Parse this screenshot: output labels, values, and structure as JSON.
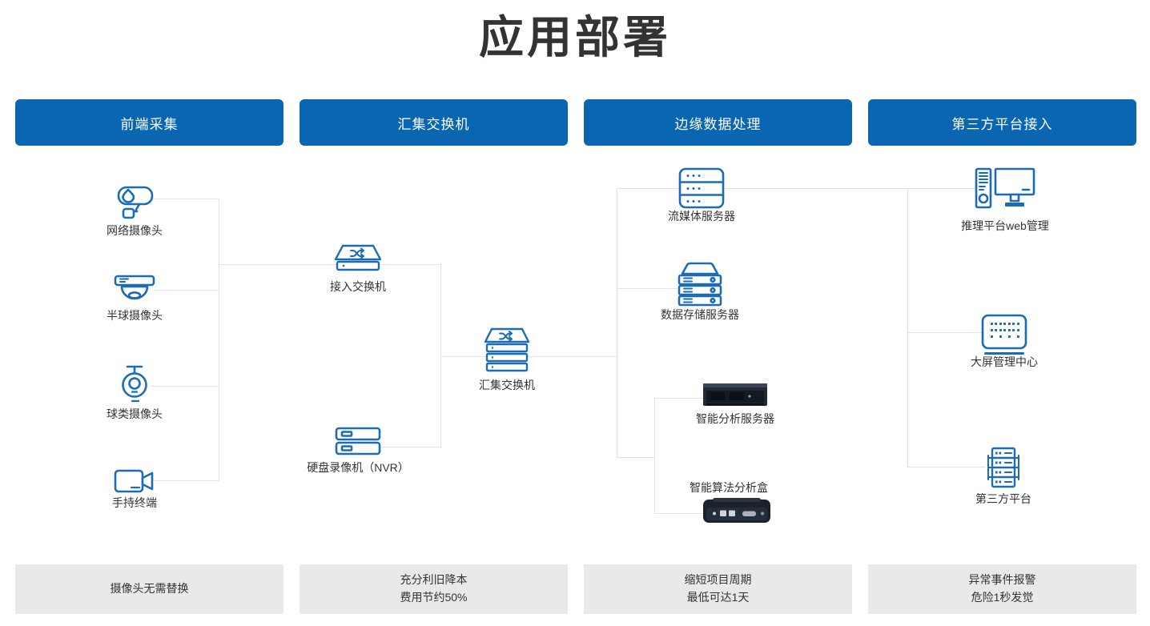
{
  "title": "应用部署",
  "colors": {
    "header_bg": "#0a66b0",
    "header_text": "#ffffff",
    "icon_stroke": "#1c6cb4",
    "connector_line": "#e2e2e2",
    "label_text": "#333333",
    "benefit_bg": "#e9e9e9",
    "benefit_text": "#333333",
    "title_text": "#333333"
  },
  "columns": [
    {
      "id": "frontend",
      "header": "前端采集",
      "benefit": [
        "摄像头无需替换"
      ]
    },
    {
      "id": "aggregate",
      "header": "汇集交换机",
      "benefit": [
        "充分利旧降本",
        "费用节约50%"
      ]
    },
    {
      "id": "edge",
      "header": "边缘数据处理",
      "benefit": [
        "缩短项目周期",
        "最低可达1天"
      ]
    },
    {
      "id": "thirdparty",
      "header": "第三方平台接入",
      "benefit": [
        "异常事件报警",
        "危险1秒发觉"
      ]
    }
  ],
  "nodes": {
    "network_camera": {
      "label": "网络摄像头",
      "icon": "cctv-camera-icon"
    },
    "dome_camera": {
      "label": "半球摄像头",
      "icon": "dome-camera-icon"
    },
    "ball_camera": {
      "label": "球类摄像头",
      "icon": "ball-camera-icon"
    },
    "handheld_terminal": {
      "label": "手持终端",
      "icon": "camcorder-icon"
    },
    "access_switch": {
      "label": "接入交换机",
      "icon": "switch-icon"
    },
    "nvr": {
      "label": "硬盘录像机（NVR）",
      "icon": "disk-recorder-icon"
    },
    "aggregation_switch": {
      "label": "汇集交换机",
      "icon": "stacked-switch-icon"
    },
    "streaming_server": {
      "label": "流媒体服务器",
      "icon": "server-rack-icon"
    },
    "storage_server": {
      "label": "数据存储服务器",
      "icon": "storage-server-icon"
    },
    "analysis_server": {
      "label": "智能分析服务器",
      "icon": "rack-server-photo"
    },
    "algorithm_box": {
      "label": "智能算法分析盒",
      "icon": "analysis-box-photo"
    },
    "inference_web": {
      "label": "推理平台web管理",
      "icon": "desktop-computer-icon"
    },
    "screen_center": {
      "label": "大屏管理中心",
      "icon": "led-wall-icon"
    },
    "third_party": {
      "label": "第三方平台",
      "icon": "platform-server-icon"
    }
  }
}
